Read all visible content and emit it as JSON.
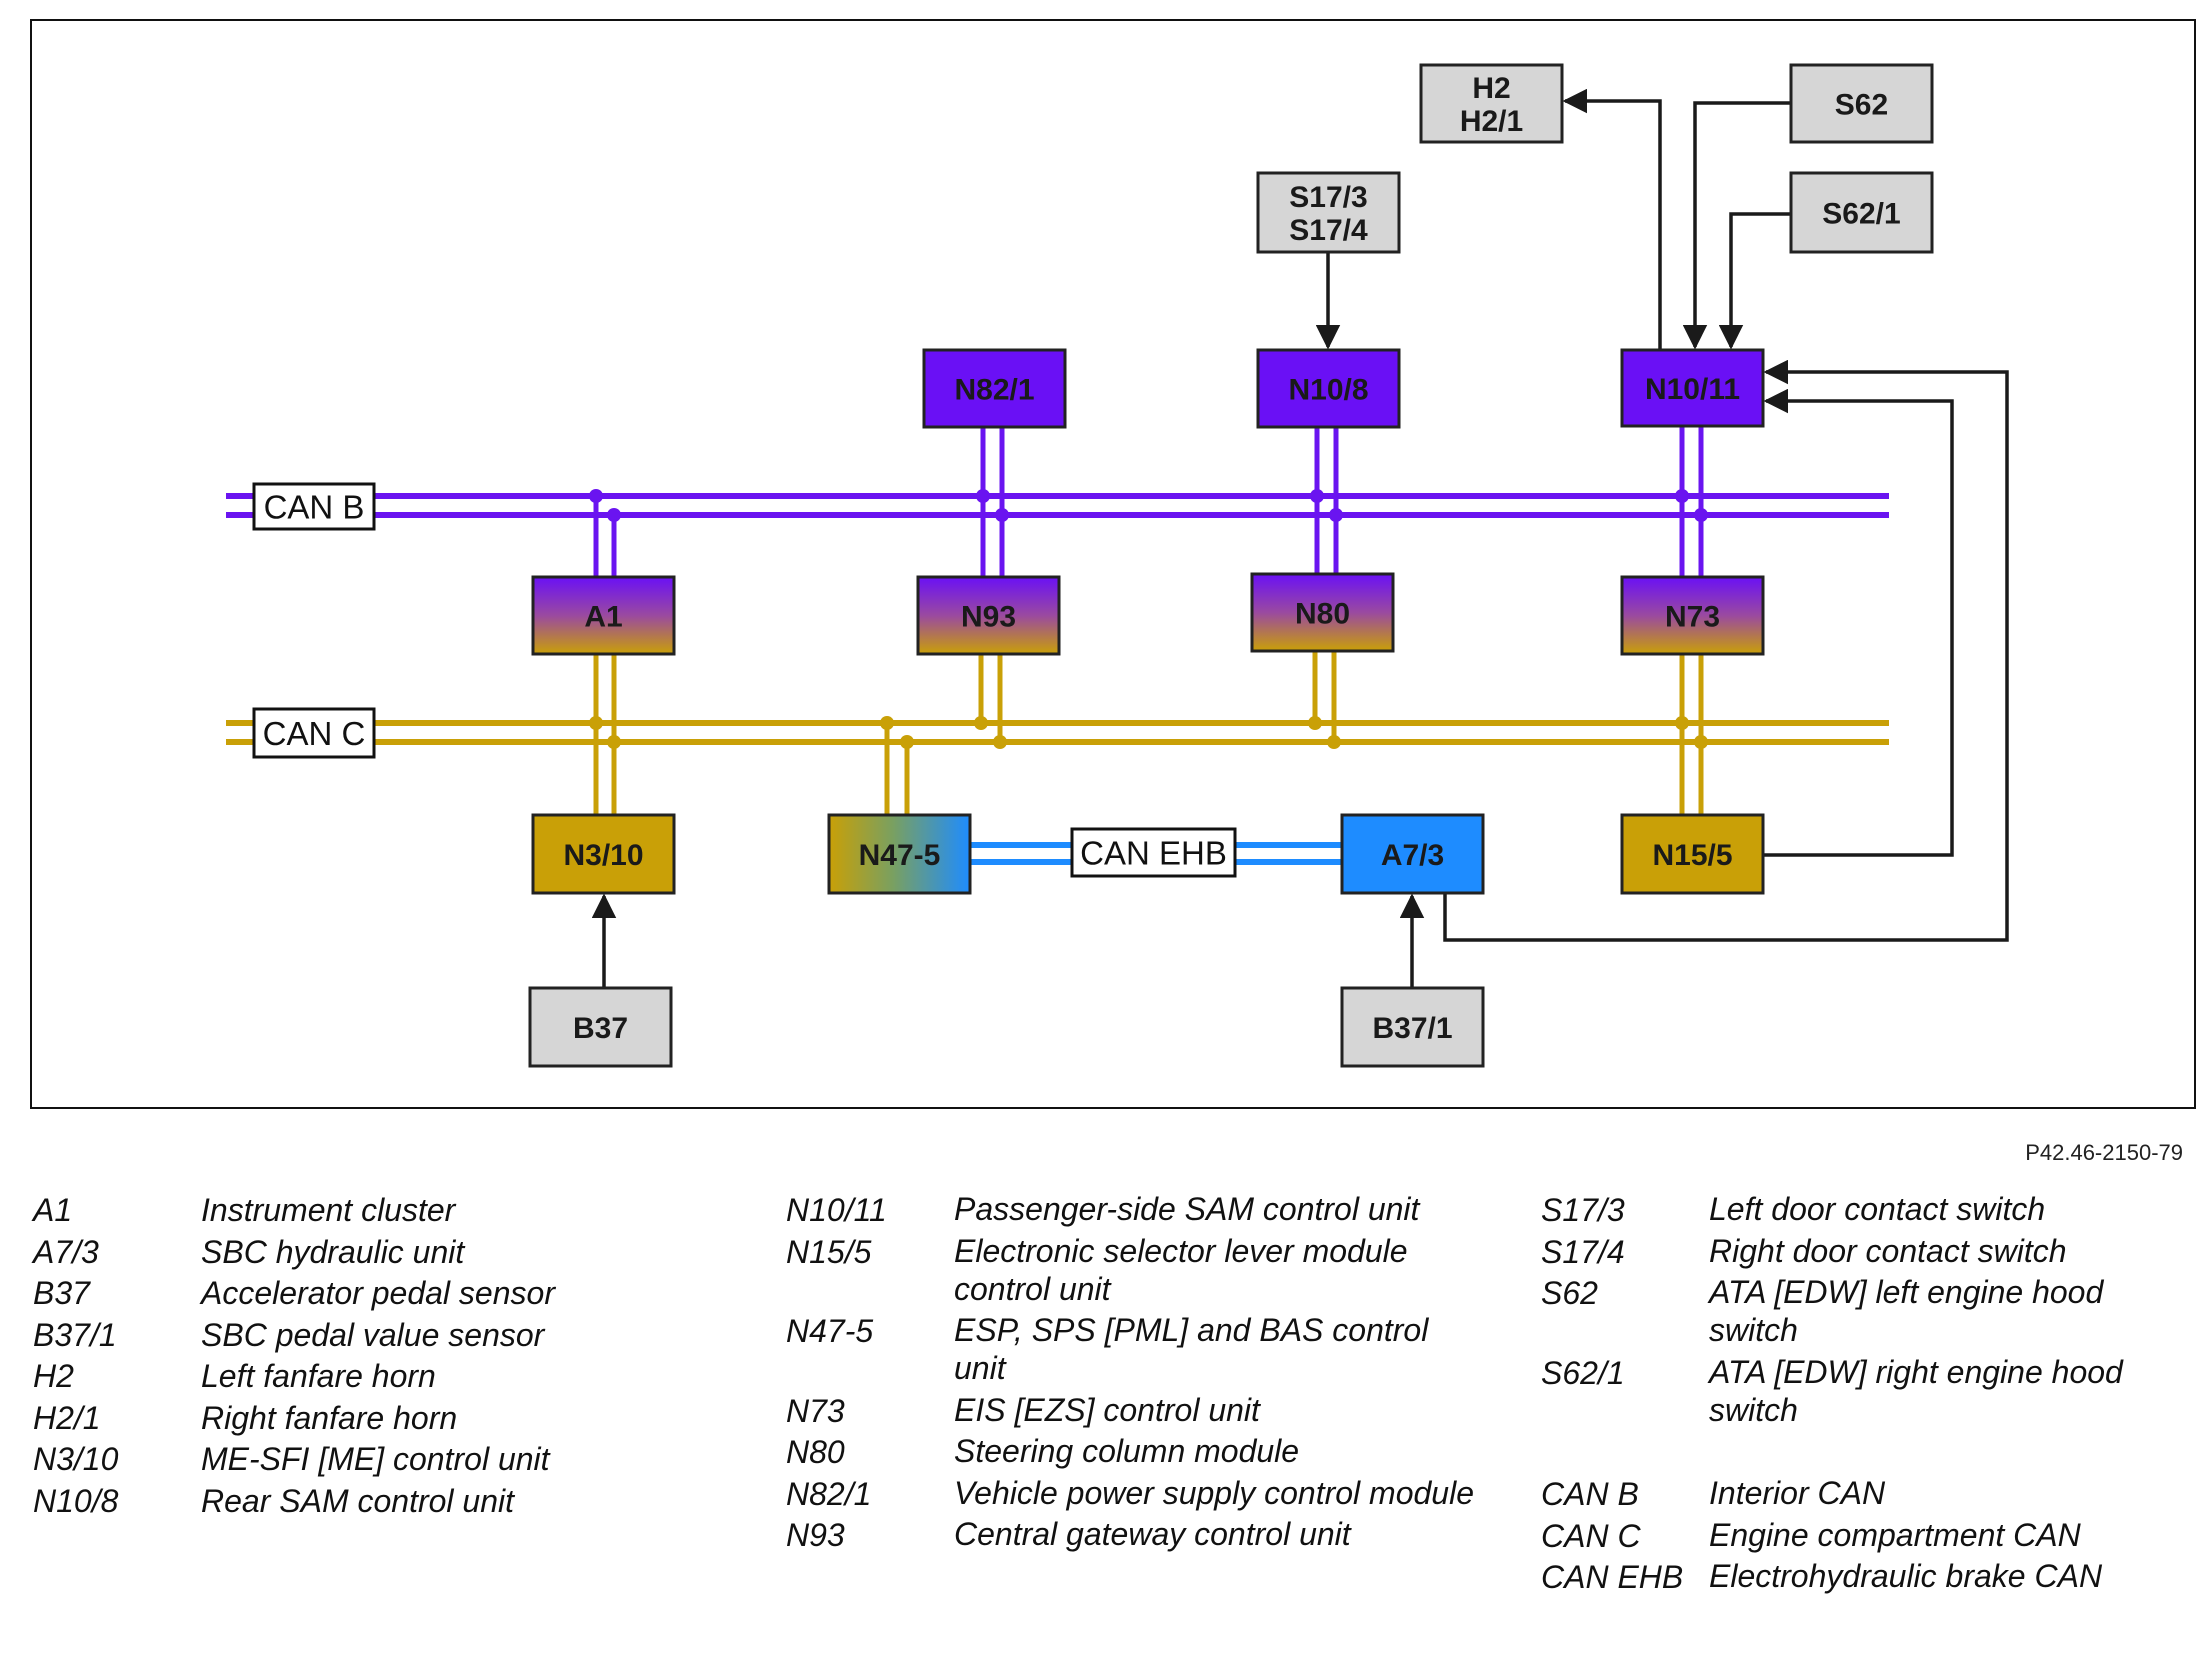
{
  "diagram": {
    "figure_code": "P42.46-2150-79",
    "buses": [
      {
        "id": "canb",
        "label": "CAN B",
        "color": "#6a14f0"
      },
      {
        "id": "canc",
        "label": "CAN C",
        "color": "#c9a007"
      },
      {
        "id": "canehb",
        "label": "CAN EHB",
        "color": "#1e8cff"
      }
    ],
    "components": [
      {
        "id": "N82_1",
        "label": "N82/1",
        "fill": "purple"
      },
      {
        "id": "N10_8",
        "label": "N10/8",
        "fill": "purple"
      },
      {
        "id": "N10_11",
        "label": "N10/11",
        "fill": "purple"
      },
      {
        "id": "A1",
        "label": "A1",
        "fill": "purple-gold"
      },
      {
        "id": "N93",
        "label": "N93",
        "fill": "purple-gold"
      },
      {
        "id": "N80",
        "label": "N80",
        "fill": "purple-gold"
      },
      {
        "id": "N73",
        "label": "N73",
        "fill": "purple-gold"
      },
      {
        "id": "N3_10",
        "label": "N3/10",
        "fill": "gold"
      },
      {
        "id": "N47_5",
        "label": "N47-5",
        "fill": "gold-blue"
      },
      {
        "id": "A7_3",
        "label": "A7/3",
        "fill": "blue"
      },
      {
        "id": "N15_5",
        "label": "N15/5",
        "fill": "gold"
      },
      {
        "id": "B37",
        "label": "B37",
        "fill": "gray"
      },
      {
        "id": "B37_1",
        "label": "B37/1",
        "fill": "gray"
      },
      {
        "id": "S17",
        "label": [
          "S17/3",
          "S17/4"
        ],
        "fill": "gray"
      },
      {
        "id": "H2",
        "label": [
          "H2",
          "H2/1"
        ],
        "fill": "gray"
      },
      {
        "id": "S62",
        "label": "S62",
        "fill": "gray"
      },
      {
        "id": "S62_1",
        "label": "S62/1",
        "fill": "gray"
      }
    ],
    "colors": {
      "purple": "#6a10f5",
      "gold": "#c9a007",
      "blue": "#1e8cff",
      "gray": "#d6d6d6",
      "line": "#1a1a1a"
    }
  },
  "legend": {
    "col1": [
      {
        "code": "A1",
        "desc": "Instrument cluster"
      },
      {
        "code": "A7/3",
        "desc": "SBC hydraulic unit"
      },
      {
        "code": "B37",
        "desc": "Accelerator pedal sensor"
      },
      {
        "code": "B37/1",
        "desc": "SBC pedal value sensor"
      },
      {
        "code": "H2",
        "desc": "Left fanfare horn"
      },
      {
        "code": "H2/1",
        "desc": "Right fanfare horn"
      },
      {
        "code": "N3/10",
        "desc": "ME-SFI [ME] control unit"
      },
      {
        "code": "N10/8",
        "desc": "Rear SAM control unit"
      }
    ],
    "col2": [
      {
        "code": "N10/11",
        "desc": "Passenger-side SAM control unit"
      },
      {
        "code": "N15/5",
        "desc": "Electronic selector lever module control unit"
      },
      {
        "code": "N47-5",
        "desc": "ESP, SPS [PML] and BAS control unit"
      },
      {
        "code": "N73",
        "desc": "EIS [EZS] control unit"
      },
      {
        "code": "N80",
        "desc": "Steering column module"
      },
      {
        "code": "N82/1",
        "desc": "Vehicle power supply control module"
      },
      {
        "code": "N93",
        "desc": "Central gateway control unit"
      }
    ],
    "col3": [
      {
        "code": "S17/3",
        "desc": "Left door contact switch"
      },
      {
        "code": "S17/4",
        "desc": "Right door contact switch"
      },
      {
        "code": "S62",
        "desc": "ATA [EDW] left engine hood switch"
      },
      {
        "code": "S62/1",
        "desc": "ATA [EDW] right engine hood switch"
      }
    ],
    "col3_buses": [
      {
        "code": "CAN B",
        "desc": "Interior CAN"
      },
      {
        "code": "CAN C",
        "desc": "Engine compartment CAN"
      },
      {
        "code": "CAN EHB",
        "desc": "Electrohydraulic brake CAN"
      }
    ]
  }
}
